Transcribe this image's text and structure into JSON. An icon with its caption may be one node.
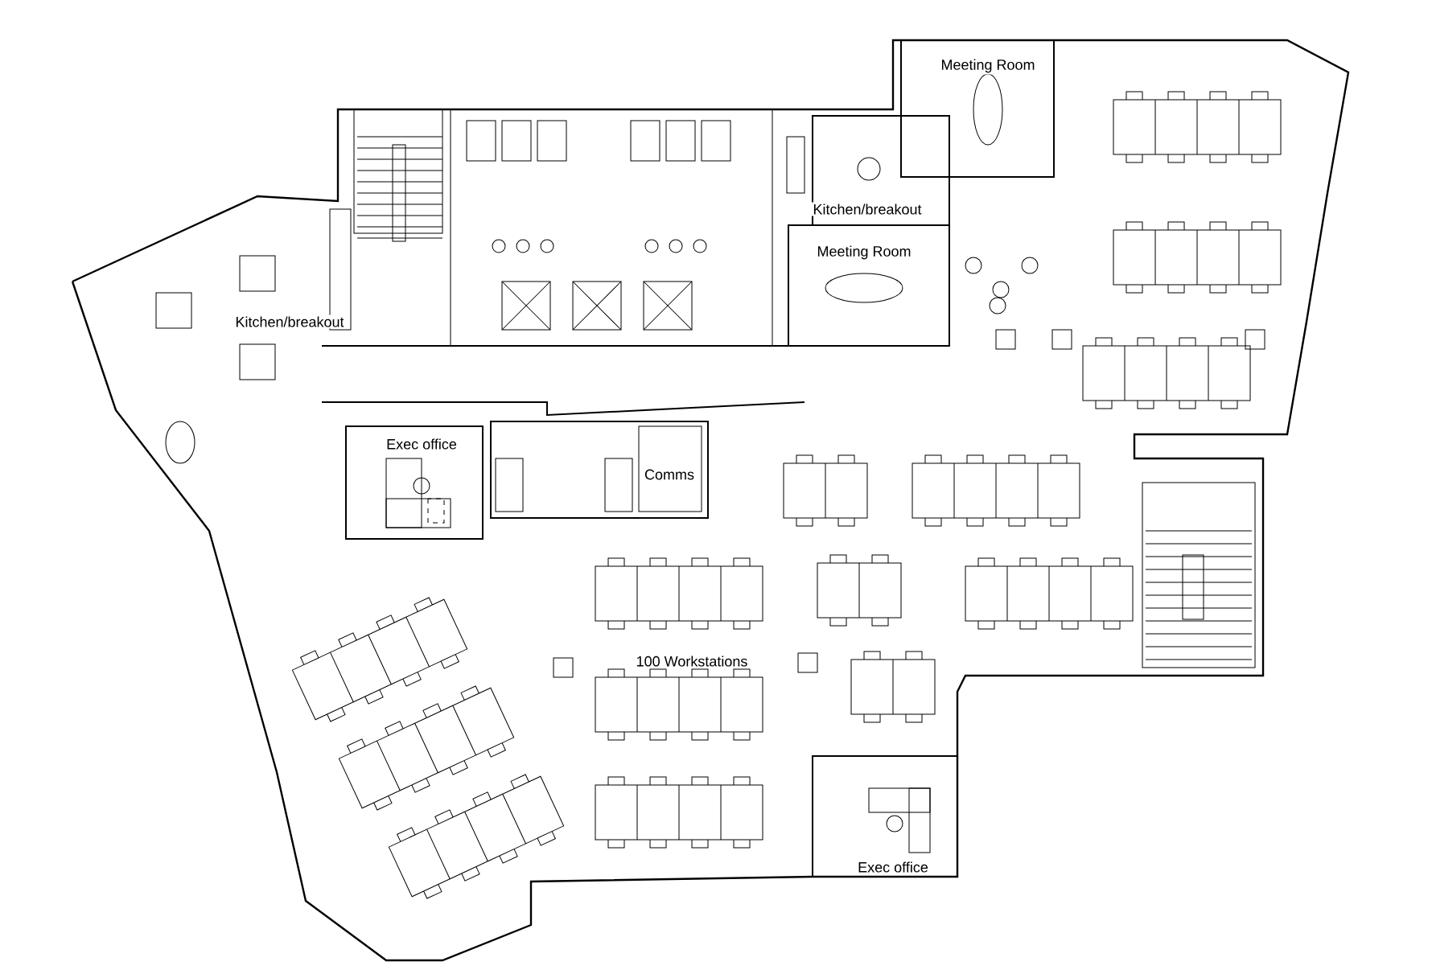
{
  "diagram": {
    "labels": [
      "Meeting Room",
      "Kitchen/breakout",
      "Meeting Room",
      "Kitchen/breakout",
      "Exec office",
      "Comms",
      "100 Workstations",
      "Exec office"
    ]
  }
}
